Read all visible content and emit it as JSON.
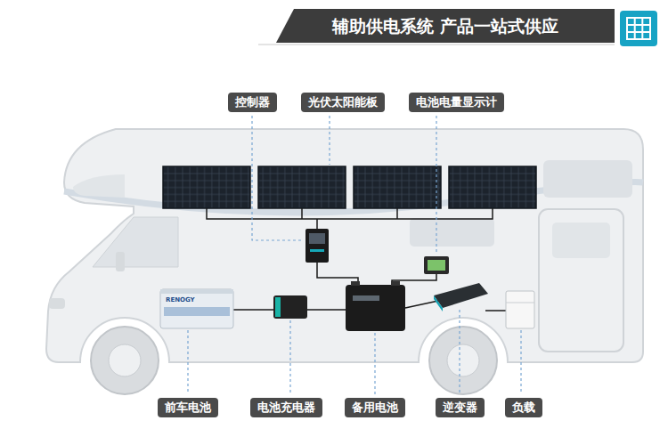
{
  "diagram": {
    "title": "辅助供电系统 产品一站式供应",
    "nodes": [
      {
        "text": [
          "控制器"
        ]
      },
      {
        "text": [
          "光伏太阳能板"
        ]
      },
      {
        "text": [
          "电池电量显示计"
        ]
      },
      {
        "text": [
          "前车电池"
        ]
      },
      {
        "text": [
          "电池充电器"
        ]
      },
      {
        "text": [
          "备用电池"
        ]
      },
      {
        "text": [
          "逆变器"
        ]
      },
      {
        "text": [
          "负载"
        ]
      }
    ],
    "labels": [
      "RENOGY"
    ]
  }
}
